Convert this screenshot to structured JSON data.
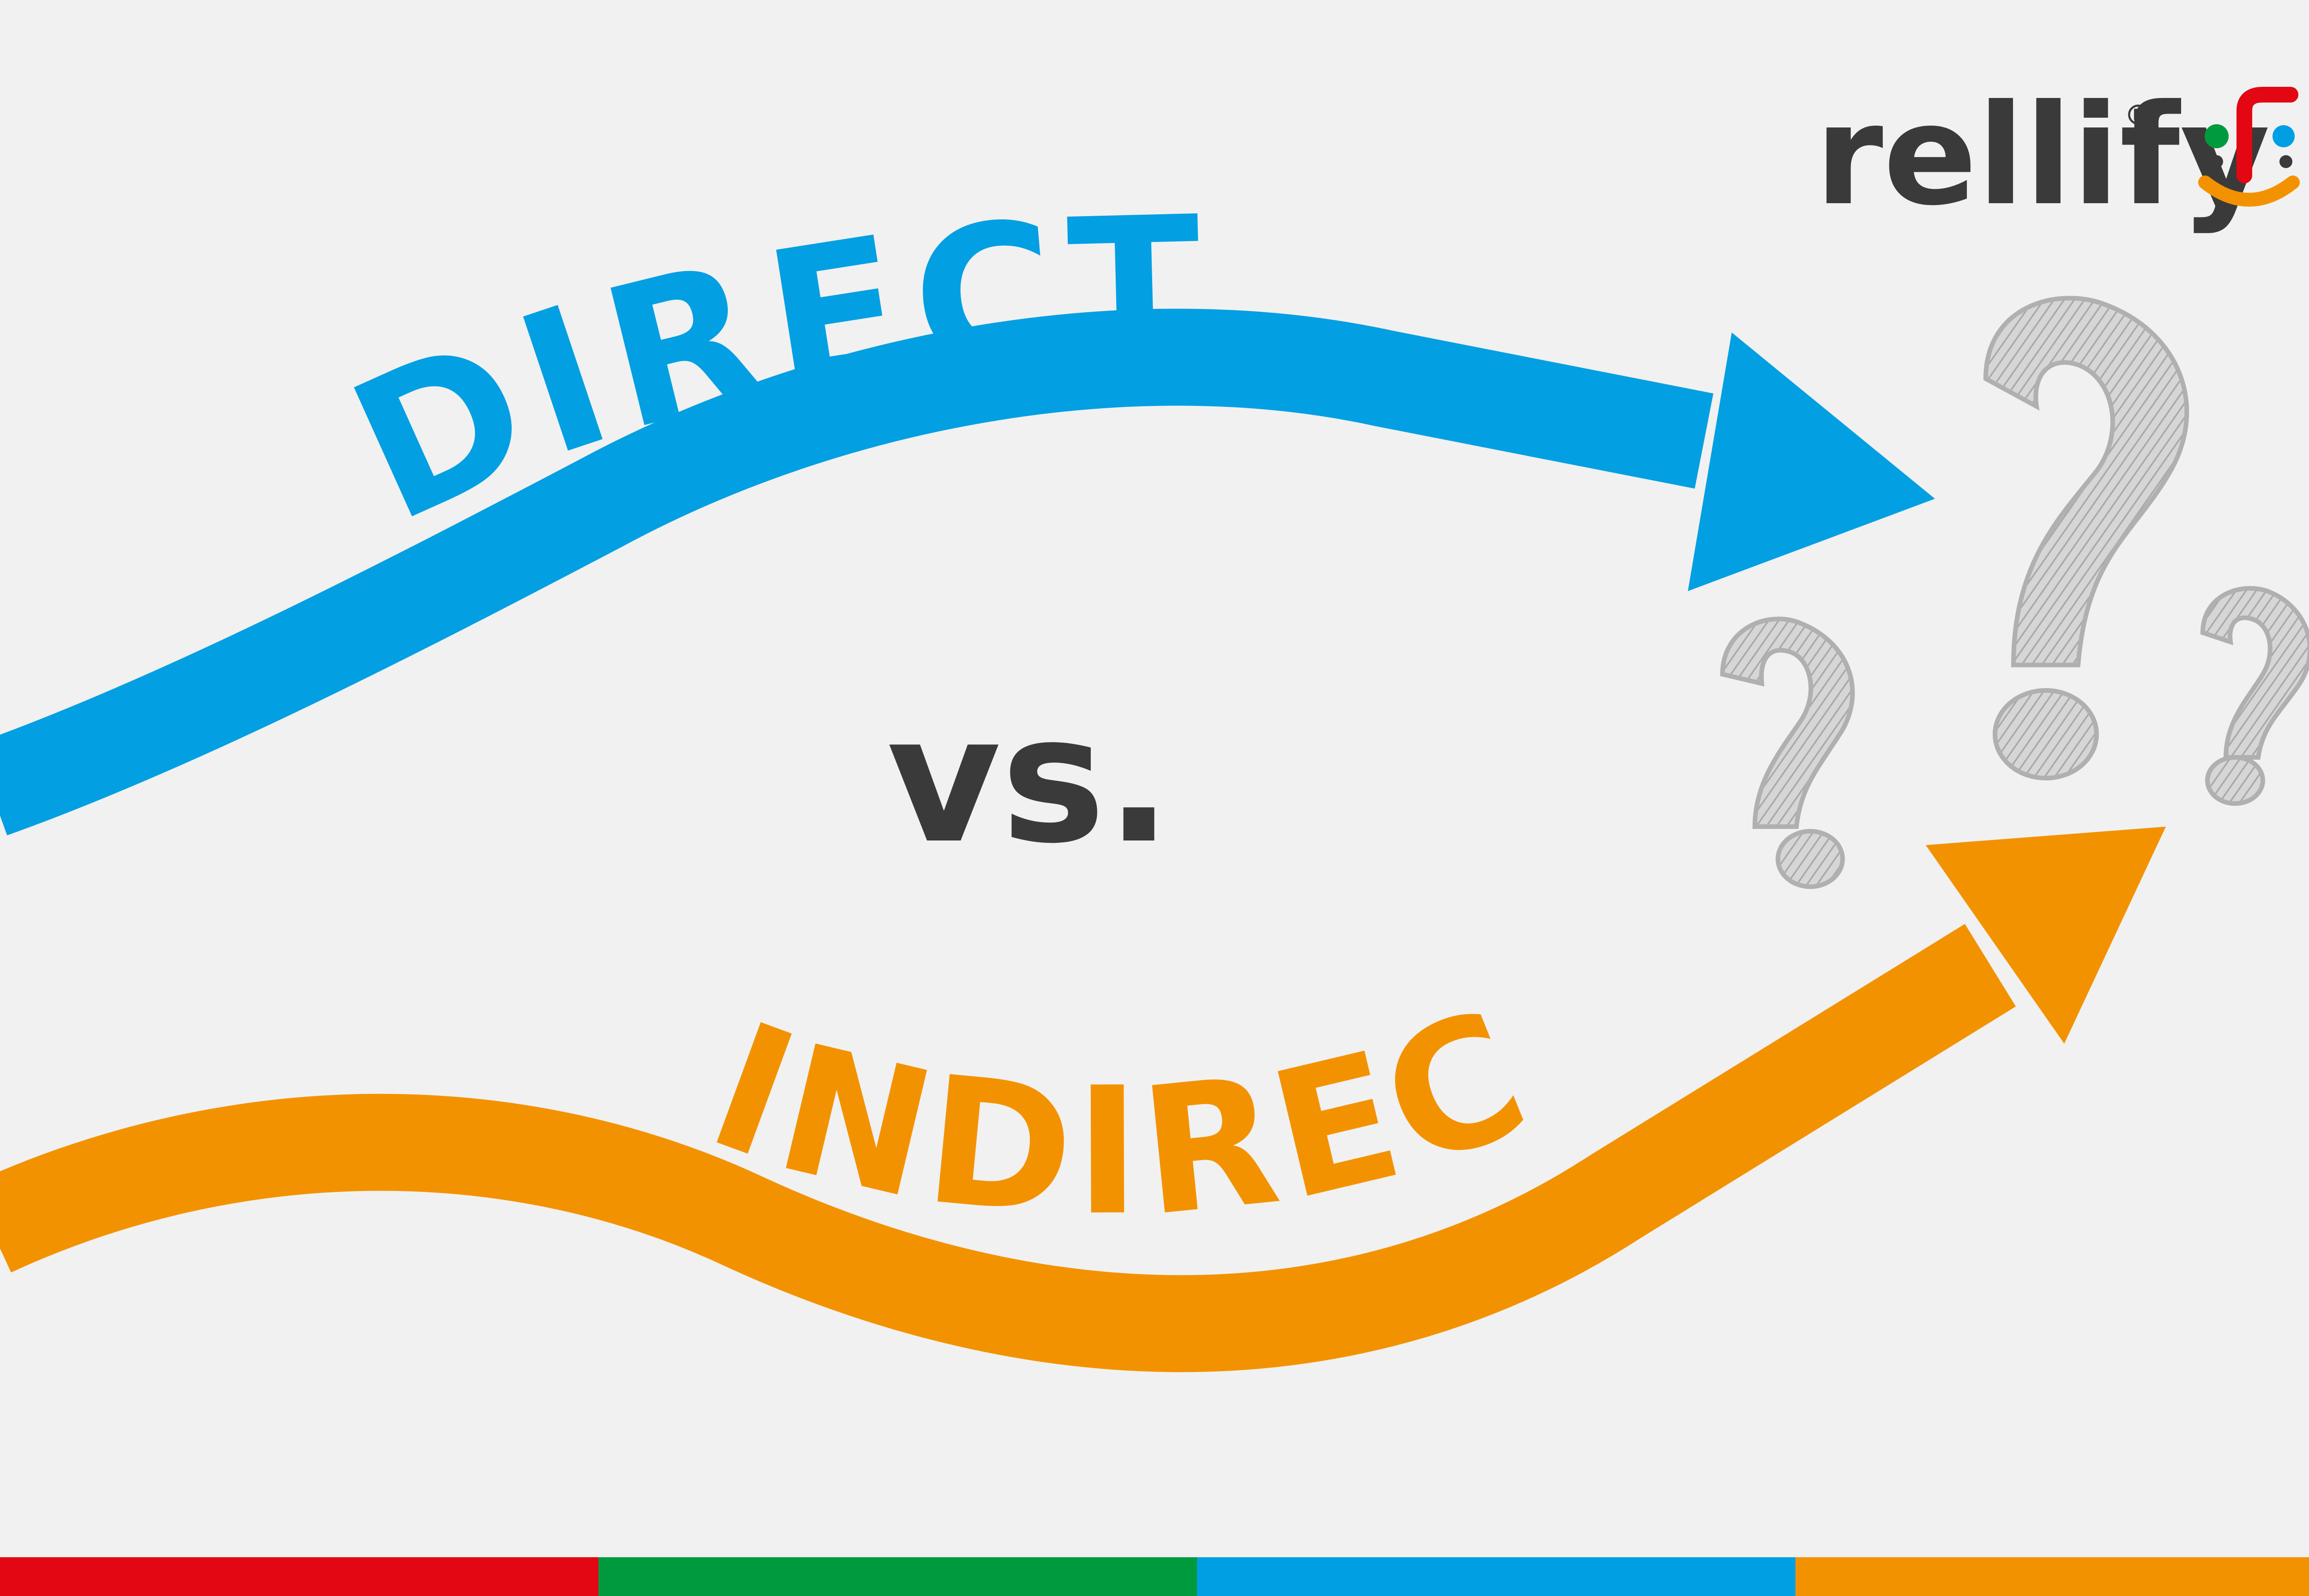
{
  "brand": {
    "name": "rellify",
    "registered_mark": "®",
    "colors": {
      "text": "#3a3a3a",
      "red": "#e30613",
      "green": "#009a3e",
      "blue": "#009fe3",
      "orange": "#f39200"
    }
  },
  "headline": {
    "top_label": "DIRECT",
    "middle_label": "vs.",
    "bottom_label": "INDIRECT"
  },
  "colors": {
    "background": "#f1f1f1",
    "direct_arrow": "#039fe3",
    "indirect_arrow": "#f39200",
    "text_dark": "#3a3a3a",
    "question_marks": "#bdbdbd"
  },
  "icons": {
    "top_arrow": "arrow-right-icon",
    "bottom_arrow": "arrow-up-right-icon",
    "question_marks": "question-mark-icon",
    "brand_symbol": "smiley-logo-icon"
  },
  "footer_stripes": [
    "#e30613",
    "#009a3e",
    "#009fe3",
    "#f39200"
  ]
}
